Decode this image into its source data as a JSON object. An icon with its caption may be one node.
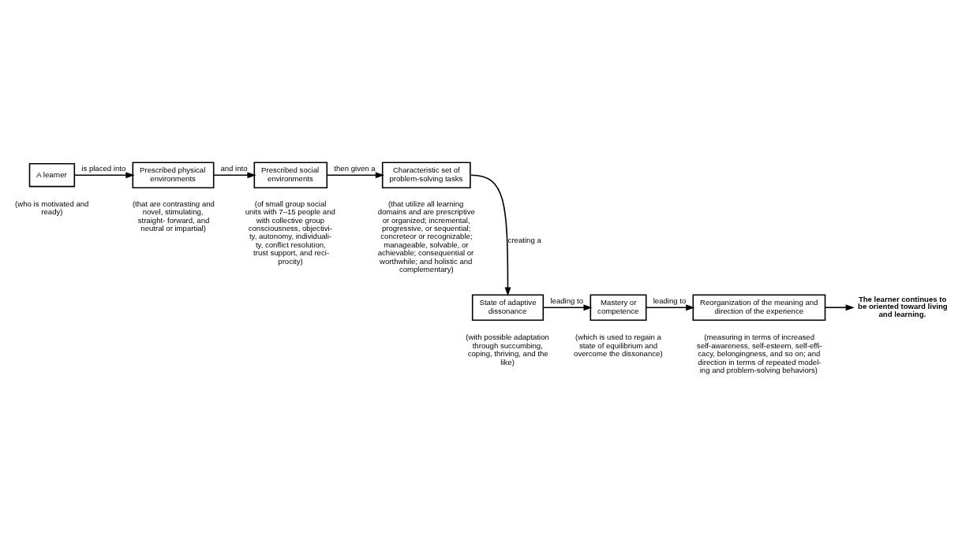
{
  "diagram": {
    "nodes": [
      {
        "text": [
          "A learner"
        ],
        "beside": [
          "(who is motivated and ready)"
        ]
      },
      {
        "text": [
          "Prescribed physical environments"
        ],
        "beside": [
          "(that are contrasting and novel, stimulating, straight- forward, and neutral or impartial)"
        ]
      },
      {
        "text": [
          "Prescribed social environments"
        ],
        "beside": [
          "(of small group social units with 7–15 people and with collective group consciousness, objectivi- ty, autonomy, individuali- ty, conflict resolution, trust support, and reci- procity)"
        ]
      },
      {
        "text": [
          "Characteristic set of problem-solving tasks"
        ],
        "beside": [
          "(that utilize all learning domains and are prescriptive or organized; incremental, progressive, or sequential; concreteor or recognizable; manageable, solvable, or achievable; consequential or worthwhile; and holistic and complementary)"
        ]
      },
      {
        "text": [
          "State of adaptive dissonance"
        ],
        "beside": [
          "(with possible adaptation through succumbing, coping, thriving, and the like)"
        ]
      },
      {
        "text": [
          "Mastery or competence"
        ],
        "beside": [
          "(which is used to regain a state of equilibrium and overcome the dissonance)"
        ]
      },
      {
        "text": [
          "Reorganization of the meaning and direction of the experience"
        ],
        "beside": [
          "(measuring in terms of increased self-awareness, self-esteem, self-effi- cacy, belongingness, and so on; and direction in terms of repeated model- ing and problem-solving behaviors)"
        ]
      },
      {
        "text": [
          "The learner continues to be oriented toward living and learning."
        ]
      }
    ],
    "edges": [
      {
        "from": 0,
        "to": 1,
        "arrow": "to",
        "label": "is placed into"
      },
      {
        "from": 1,
        "to": 2,
        "arrow": "to",
        "label": "and into"
      },
      {
        "from": 2,
        "to": 3,
        "arrow": "to",
        "label": "then given a"
      },
      {
        "from": 3,
        "to": 4,
        "arrow": "to",
        "label": "creating a"
      },
      {
        "from": 4,
        "to": 5,
        "arrow": "to",
        "label": "leading to"
      },
      {
        "from": 5,
        "to": 6,
        "arrow": "to",
        "label": "leading to"
      },
      {
        "from": 6,
        "to": 7,
        "arrow": "to"
      }
    ]
  }
}
